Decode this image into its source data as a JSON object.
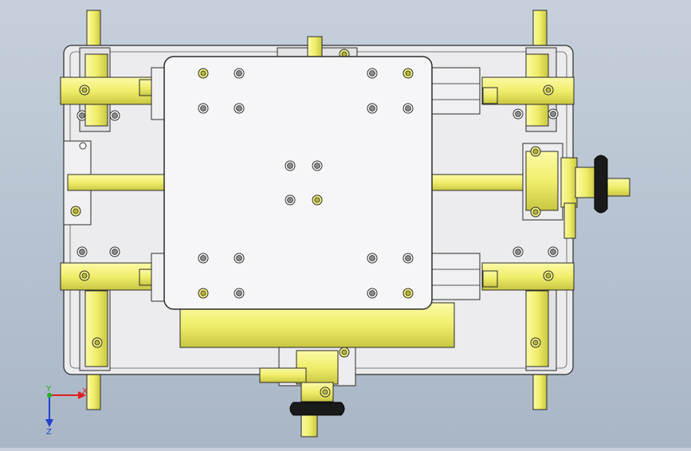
{
  "viewport": {
    "background": "#b9c4d2",
    "part_colors": {
      "body": "#e8e8ea",
      "plate": "#f4f4f6",
      "yellow": "#f0ee7a",
      "yellow_dark": "#c8c640",
      "knob": "#1a1a1a",
      "outline": "#2b2b2b"
    }
  },
  "triad": {
    "x_label": "X",
    "y_label": "Y",
    "z_label": "Z",
    "x_color": "#e02020",
    "y_color": "#20b020",
    "z_color": "#2040d0"
  }
}
